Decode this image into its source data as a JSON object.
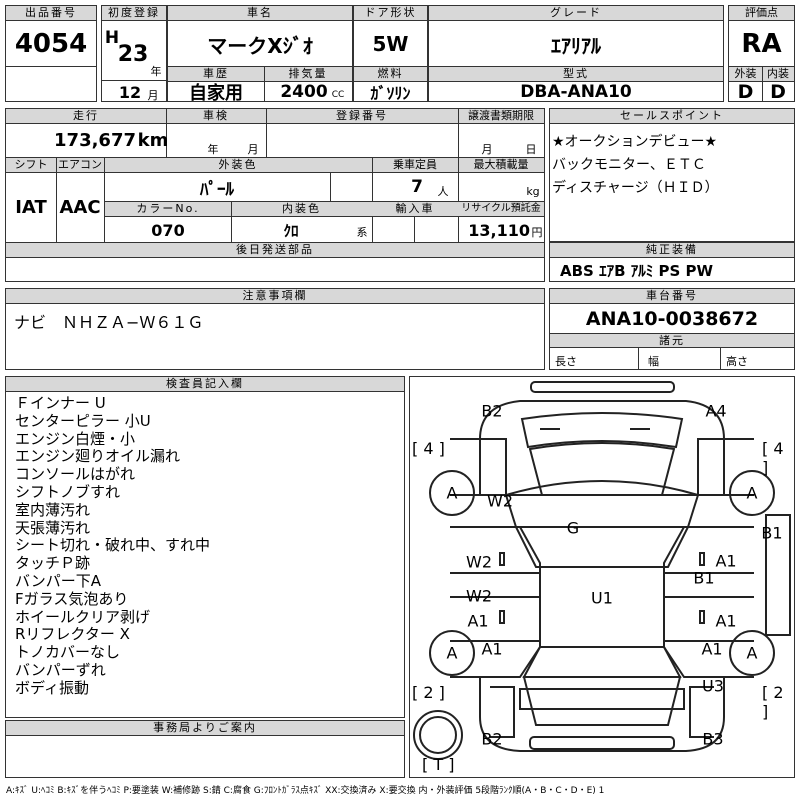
{
  "header": {
    "lot_no_label": "出品番号",
    "lot_no": "4054",
    "first_reg_label": "初度登録",
    "first_reg_era": "H",
    "first_reg_year": "23",
    "year_unit": "年",
    "first_reg_month": "12",
    "month_unit": "月",
    "car_name_label": "車名",
    "car_name": "マークXｼﾞｵ",
    "history_label": "車歴",
    "history": "自家用",
    "displacement_label": "排気量",
    "displacement": "2400",
    "displacement_unit": "CC",
    "door_label": "ドア形状",
    "door": "5W",
    "fuel_label": "燃料",
    "fuel": "ｶﾞｿﾘﾝ",
    "grade_label": "グレード",
    "grade": "ｴｱﾘｱﾙ",
    "model_code_label": "型式",
    "model_code": "DBA-ANA10",
    "score_label": "評価点",
    "score": "RA",
    "exterior_label": "外装",
    "exterior": "D",
    "interior_label": "内装",
    "interior": "D"
  },
  "row2": {
    "mileage_label": "走行",
    "mileage": "173,677",
    "mileage_unit": "km",
    "inspection_label": "車検",
    "inspection_year_unit": "年",
    "inspection_month_unit": "月",
    "reg_no_label": "登録番号",
    "transfer_label": "譲渡書類期限",
    "transfer_month_unit": "月",
    "transfer_day_unit": "日",
    "shift_label": "シフト",
    "shift": "IAT",
    "ac_label": "エアコン",
    "ac": "AAC",
    "color_label": "外装色",
    "color": "ﾊﾟｰﾙ",
    "capacity_label": "乗車定員",
    "capacity": "7",
    "capacity_unit": "人",
    "max_load_label": "最大積載量",
    "max_load_unit": "kg",
    "color_no_label": "カラーNo.",
    "color_no": "070",
    "int_color_label": "内装色",
    "int_color": "ｸﾛ",
    "int_color_suffix": "系",
    "import_label": "輸入車",
    "recycle_label": "リサイクル預託金",
    "recycle": "13,110",
    "recycle_unit": "円",
    "later_parts_label": "後日発送部品"
  },
  "sales_points": {
    "label": "セールスポイント",
    "lines": [
      "★オークションデビュー★",
      "バックモニター、ＥＴＣ",
      "ディスチャージ（ＨＩＤ）"
    ]
  },
  "equipment": {
    "label": "純正装備",
    "value": "ABS ｴｱB ｱﾙﾐ PS PW"
  },
  "notes": {
    "label": "注意事項欄",
    "value": "ナビ　ＮＨＺＡ−Ｗ６１Ｇ"
  },
  "chassis": {
    "label": "車台番号",
    "value": "ANA10-0038672",
    "spec_label": "諸元",
    "length_label": "長さ",
    "width_label": "幅",
    "height_label": "高さ"
  },
  "inspector": {
    "label": "検査員記入欄",
    "lines": [
      "Ｆインナー U",
      "センターピラー 小U",
      "エンジン白煙・小",
      "エンジン廻りオイル漏れ",
      "コンソールはがれ",
      "シフトノブすれ",
      "室内薄汚れ",
      "天張薄汚れ",
      "シート切れ・破れ中、すれ中",
      "タッチＰ跡",
      "バンパー下A",
      "Fガラス気泡あり",
      "ホイールクリア剥げ",
      "Rリフレクター X",
      "トノカバーなし",
      "バンパーずれ",
      "ボディ振動"
    ]
  },
  "office": {
    "label": "事務局よりご案内"
  },
  "diagram": {
    "b2_top": "B2",
    "a4_top": "A4",
    "tire_fl_bracket": "[ 4 ]",
    "tire_fr_bracket": "[ 4 ]",
    "tire_rl_bracket": "[ 2 ]",
    "tire_rr_bracket": "[ 2 ]",
    "tire_label": "A",
    "w2_a": "W2",
    "g": "G",
    "b1_right": "B1",
    "w2_b": "W2",
    "a1_right1": "A1",
    "b1_center": "B1",
    "w2_c": "W2",
    "u1": "U1",
    "a1_left1": "A1",
    "a1_right2": "A1",
    "a1_left2": "A1",
    "a1_right3": "A1",
    "u3": "U3",
    "b2_bottom": "B2",
    "b3_bottom": "B3",
    "spare": "[ T ]"
  },
  "legend": "A:ｷｽﾞ U:ﾍｺﾐ B:ｷｽﾞを伴うﾍｺﾐ P:要塗装 W:補修跡 S:錆 C:腐食 G:ﾌﾛﾝﾄｶﾞﾗｽ点ｷｽﾞ XX:交換済み X:要交換 内・外装評価 5段階ﾗﾝｸ順(A・B・C・D・E) 1"
}
